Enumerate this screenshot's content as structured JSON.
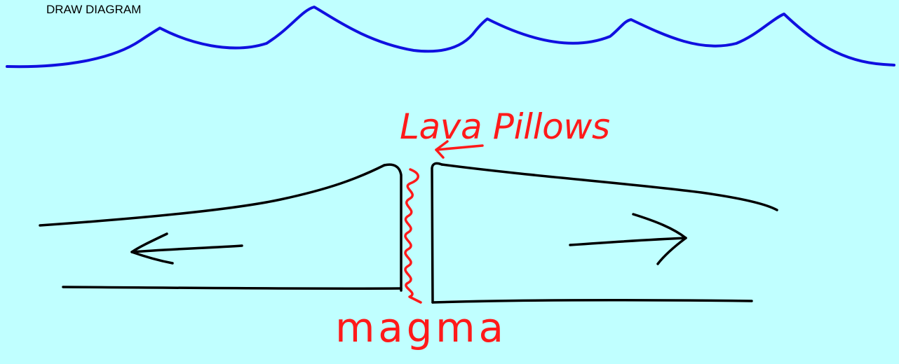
{
  "heading": "DRAW DIAGRAM",
  "labels": {
    "lava_pillows": "Lava Pillows",
    "magma": "magma"
  },
  "colors": {
    "background": "#c0ffff",
    "water_surface": "#1010e0",
    "ink": "#000000",
    "annotation": "#ff1a1a"
  },
  "icons": {
    "left_arrow": "arrow-left-icon",
    "right_arrow": "arrow-right-icon",
    "label_pointer": "arrow-left-icon"
  }
}
